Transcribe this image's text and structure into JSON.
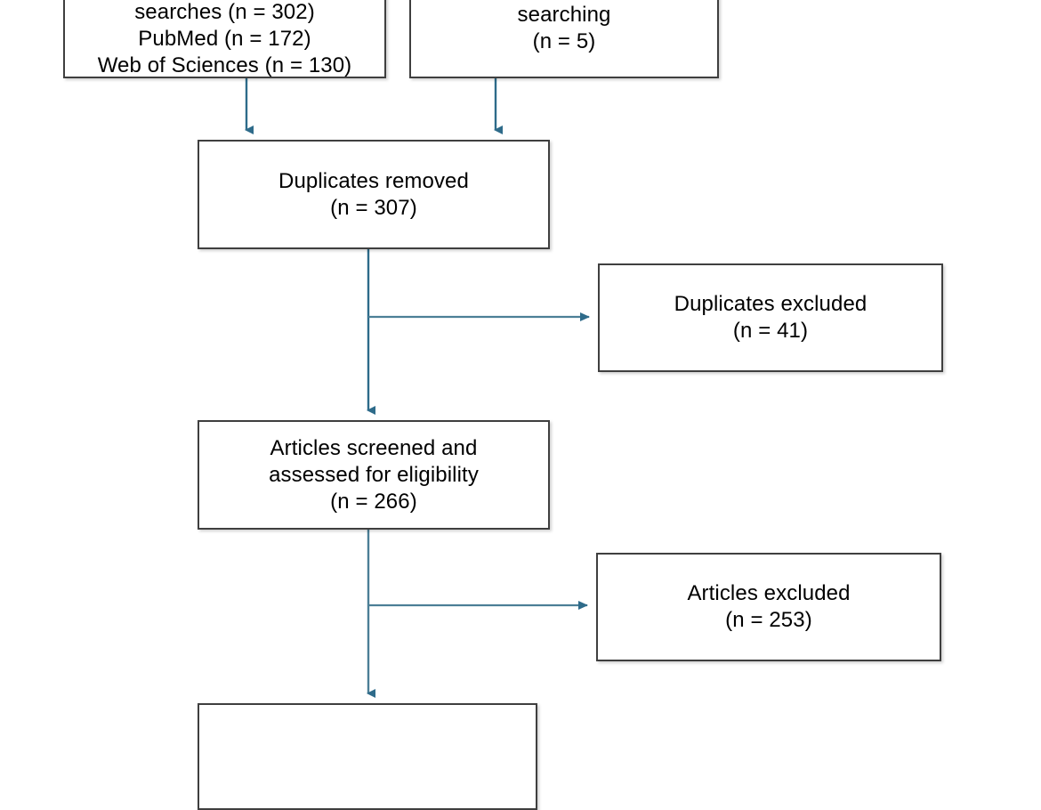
{
  "figure": {
    "type": "prisma-flow-diagram",
    "title": "",
    "background_color": "#ffffff",
    "box_border_color": "#3f3f3f",
    "connector_color": "#2e6b8a",
    "text_color": "#000000"
  },
  "nodes": {
    "db_search": {
      "id": "database-search",
      "label": "searches (n = 302)\nPubMed (n = 172)\nWeb of Sciences (n = 130)",
      "lines": [
        "searches (n = 302)",
        "PubMed (n = 172)",
        "Web of Sciences (n = 130)"
      ],
      "clipped_top": true
    },
    "manual_search": {
      "id": "manual-search",
      "label": "searching\n(n = 5)",
      "lines": [
        "searching",
        "(n = 5)"
      ],
      "count": 5,
      "clipped_top": true
    },
    "duplicates_removed": {
      "id": "duplicates-removed",
      "label": "Duplicates removed\n(n = 307)",
      "lines": [
        "Duplicates removed",
        "(n = 307)"
      ],
      "count": 307
    },
    "duplicates_excluded": {
      "id": "duplicates-excluded",
      "label": "Duplicates excluded\n(n = 41)",
      "lines": [
        "Duplicates excluded",
        "(n = 41)"
      ],
      "count": 41
    },
    "articles_screened": {
      "id": "articles-screened",
      "label": "Articles screened and\nassessed for eligibility\n(n = 266)",
      "lines": [
        "Articles screened and",
        "assessed for eligibility",
        "(n = 266)"
      ],
      "count": 266
    },
    "articles_excluded": {
      "id": "articles-excluded",
      "label": "Articles excluded\n(n = 253)",
      "lines": [
        "Articles excluded",
        "(n = 253)"
      ],
      "count": 253
    },
    "included_studies": {
      "id": "included-studies",
      "label": "",
      "lines": [],
      "clipped_bottom": true
    }
  },
  "connectors": [
    {
      "name": "db-search-to-duplicates-removed",
      "from": "db_search",
      "to": "duplicates_removed",
      "orientation": "vertical"
    },
    {
      "name": "manual-search-to-duplicates-removed",
      "from": "manual_search",
      "to": "duplicates_removed",
      "orientation": "vertical"
    },
    {
      "name": "duplicates-removed-to-articles-screened",
      "from": "duplicates_removed",
      "to": "articles_screened",
      "orientation": "vertical"
    },
    {
      "name": "duplicates-removed-to-duplicates-excluded",
      "from": "duplicates_removed",
      "to": "duplicates_excluded",
      "orientation": "horizontal"
    },
    {
      "name": "articles-screened-to-included-studies",
      "from": "articles_screened",
      "to": "included_studies",
      "orientation": "vertical"
    },
    {
      "name": "articles-screened-to-articles-excluded",
      "from": "articles_screened",
      "to": "articles_excluded",
      "orientation": "horizontal"
    }
  ]
}
